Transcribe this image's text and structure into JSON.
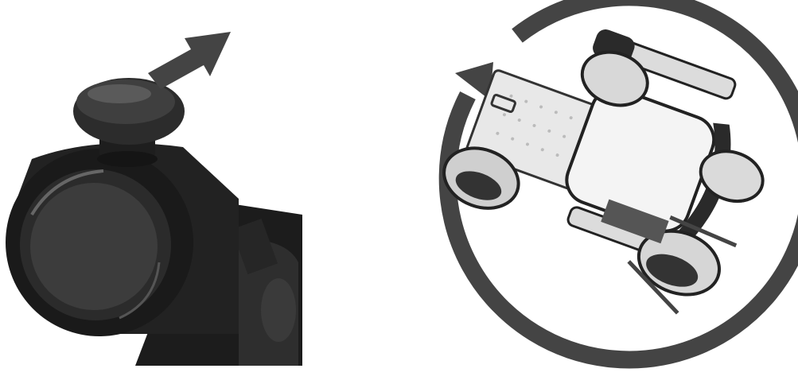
{
  "figure": {
    "panels": [
      {
        "id": "joystick",
        "depicts": "joystick-knob",
        "arrow": "arrow-up-right"
      },
      {
        "id": "wheelchair",
        "depicts": "wheelchair-top-view",
        "arrow": "rotation-arrow-clockwise"
      }
    ],
    "colors": {
      "arrow": "#444444",
      "body_dark": "#2a2a2a",
      "body_light": "#dcdcdc"
    }
  }
}
